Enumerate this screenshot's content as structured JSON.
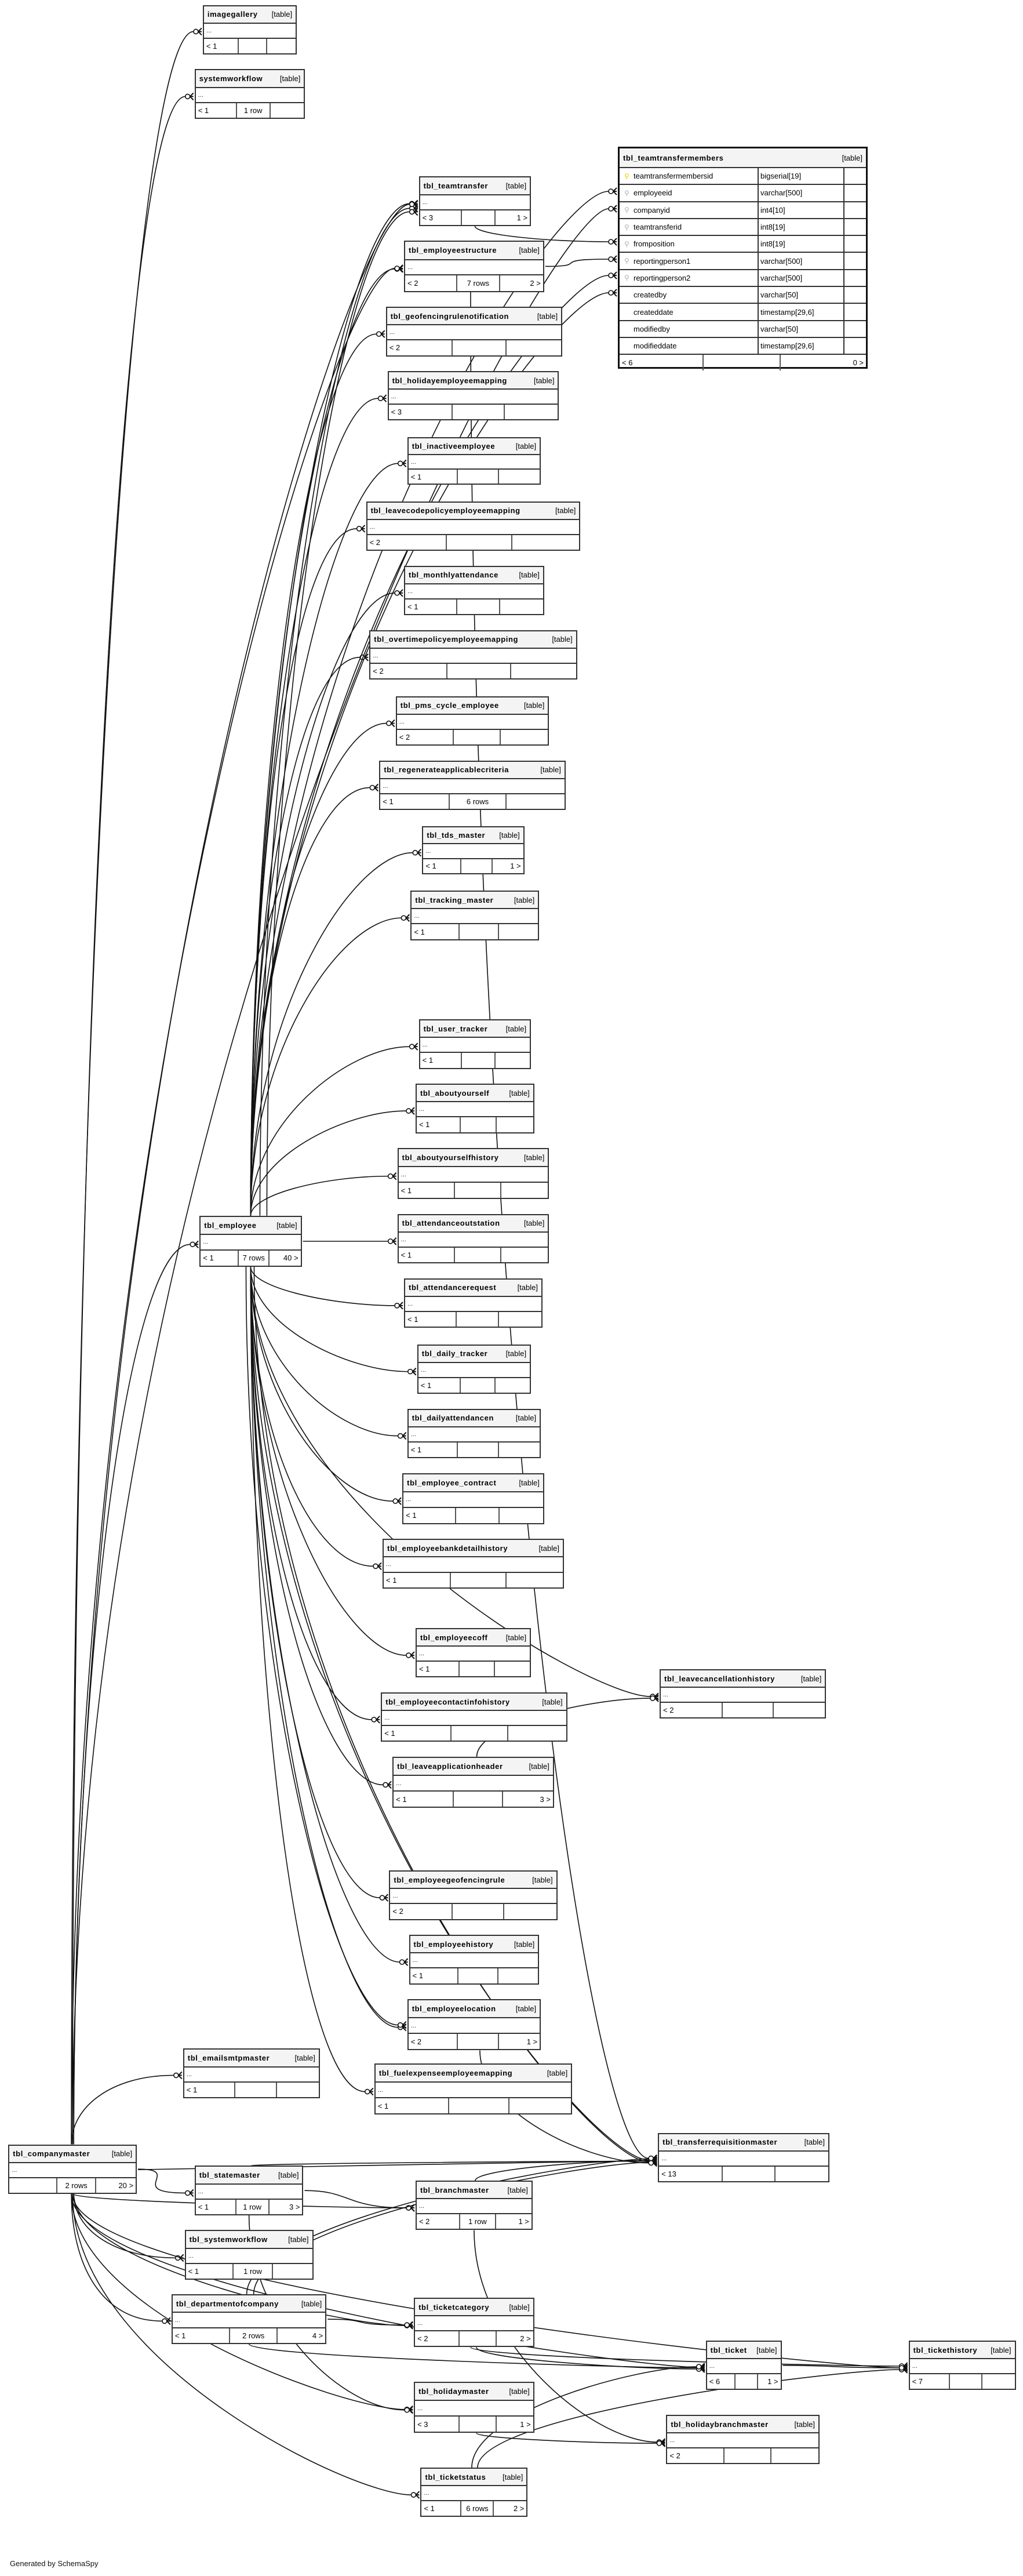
{
  "diagram": {
    "type_label": "[table]",
    "collapsed_body": "...",
    "generated_by": "Generated by SchemaSpy",
    "key_colors": {
      "primary": "#e6d400",
      "foreign": "#b0b0b0"
    },
    "tables": [
      {
        "name": "imagegallery",
        "footer": [
          "< 1",
          "",
          ""
        ]
      },
      {
        "name": "systemworkflow",
        "footer": [
          "< 1",
          "1 row",
          ""
        ]
      },
      {
        "name": "tbl_teamtransfer",
        "footer": [
          "< 3",
          "",
          "1 >"
        ]
      },
      {
        "name": "tbl_employeestructure",
        "footer": [
          "< 2",
          "7 rows",
          "2 >"
        ]
      },
      {
        "name": "tbl_geofencingrulenotification",
        "footer": [
          "< 2",
          "",
          ""
        ]
      },
      {
        "name": "tbl_holidayemployeemapping",
        "footer": [
          "< 3",
          "",
          ""
        ]
      },
      {
        "name": "tbl_inactiveemployee",
        "footer": [
          "< 1",
          "",
          ""
        ]
      },
      {
        "name": "tbl_leavecodepolicyemployeemapping",
        "footer": [
          "< 2",
          "",
          ""
        ]
      },
      {
        "name": "tbl_monthlyattendance",
        "footer": [
          "< 1",
          "",
          ""
        ]
      },
      {
        "name": "tbl_overtimepolicyemployeemapping",
        "footer": [
          "< 2",
          "",
          ""
        ]
      },
      {
        "name": "tbl_pms_cycle_employee",
        "footer": [
          "< 2",
          "",
          ""
        ]
      },
      {
        "name": "tbl_regenerateapplicablecriteria",
        "footer": [
          "< 1",
          "6 rows",
          ""
        ]
      },
      {
        "name": "tbl_tds_master",
        "footer": [
          "< 1",
          "",
          "1 >"
        ]
      },
      {
        "name": "tbl_tracking_master",
        "footer": [
          "< 1",
          "",
          ""
        ]
      },
      {
        "name": "tbl_user_tracker",
        "footer": [
          "< 1",
          "",
          ""
        ]
      },
      {
        "name": "tbl_aboutyourself",
        "footer": [
          "< 1",
          "",
          ""
        ]
      },
      {
        "name": "tbl_aboutyourselfhistory",
        "footer": [
          "< 1",
          "",
          ""
        ]
      },
      {
        "name": "tbl_attendanceoutstation",
        "footer": [
          "< 1",
          "",
          ""
        ]
      },
      {
        "name": "tbl_attendancerequest",
        "footer": [
          "< 1",
          "",
          ""
        ]
      },
      {
        "name": "tbl_daily_tracker",
        "footer": [
          "< 1",
          "",
          ""
        ]
      },
      {
        "name": "tbl_dailyattendancen",
        "footer": [
          "< 1",
          "",
          ""
        ]
      },
      {
        "name": "tbl_employee_contract",
        "footer": [
          "< 1",
          "",
          ""
        ]
      },
      {
        "name": "tbl_employeebankdetailhistory",
        "footer": [
          "< 1",
          "",
          ""
        ]
      },
      {
        "name": "tbl_employeecoff",
        "footer": [
          "< 1",
          "",
          ""
        ]
      },
      {
        "name": "tbl_employeecontactinfohistory",
        "footer": [
          "< 1",
          "",
          ""
        ]
      },
      {
        "name": "tbl_leaveapplicationheader",
        "footer": [
          "< 1",
          "",
          "3 >"
        ]
      },
      {
        "name": "tbl_employeegeofencingrule",
        "footer": [
          "< 2",
          "",
          ""
        ]
      },
      {
        "name": "tbl_employeehistory",
        "footer": [
          "< 1",
          "",
          ""
        ]
      },
      {
        "name": "tbl_employeelocation",
        "footer": [
          "< 2",
          "",
          "1 >"
        ]
      },
      {
        "name": "tbl_fuelexpenseemployeemapping",
        "footer": [
          "< 1",
          "",
          ""
        ]
      },
      {
        "name": "tbl_employee",
        "footer": [
          "< 1",
          "7 rows",
          "40 >"
        ]
      },
      {
        "name": "tbl_emailsmtpmaster",
        "footer": [
          "< 1",
          "",
          ""
        ]
      },
      {
        "name": "tbl_companymaster",
        "footer": [
          "",
          "2 rows",
          "20 >"
        ]
      },
      {
        "name": "tbl_statemaster",
        "footer": [
          "< 1",
          "1 row",
          "3 >"
        ]
      },
      {
        "name": "tbl_systemworkflow",
        "footer": [
          "< 1",
          "1 row",
          ""
        ]
      },
      {
        "name": "tbl_departmentofcompany",
        "footer": [
          "< 1",
          "2 rows",
          "4 >"
        ]
      },
      {
        "name": "tbl_branchmaster",
        "footer": [
          "< 2",
          "1 row",
          "1 >"
        ]
      },
      {
        "name": "tbl_ticketcategory",
        "footer": [
          "< 2",
          "",
          "2 >"
        ]
      },
      {
        "name": "tbl_holidaymaster",
        "footer": [
          "< 3",
          "",
          "1 >"
        ]
      },
      {
        "name": "tbl_ticketstatus",
        "footer": [
          "< 1",
          "6 rows",
          "2 >"
        ]
      },
      {
        "name": "tbl_transferrequisitionmaster",
        "footer": [
          "< 13",
          "",
          ""
        ]
      },
      {
        "name": "tbl_leavecancellationhistory",
        "footer": [
          "< 2",
          "",
          ""
        ]
      },
      {
        "name": "tbl_ticket",
        "footer": [
          "< 6",
          "",
          "1 >"
        ]
      },
      {
        "name": "tbl_tickethistory",
        "footer": [
          "< 7",
          "",
          ""
        ]
      },
      {
        "name": "tbl_holidaybranchmaster",
        "footer": [
          "< 2",
          "",
          ""
        ]
      }
    ],
    "detailed_table": {
      "name": "tbl_teamtransfermembers",
      "columns": [
        {
          "name": "teamtransfermembersid",
          "type": "bigserial[19]",
          "key": "primary"
        },
        {
          "name": "employeeid",
          "type": "varchar[500]",
          "key": "foreign"
        },
        {
          "name": "companyid",
          "type": "int4[10]",
          "key": "foreign"
        },
        {
          "name": "teamtransferid",
          "type": "int8[19]",
          "key": "foreign"
        },
        {
          "name": "fromposition",
          "type": "int8[19]",
          "key": "foreign"
        },
        {
          "name": "reportingperson1",
          "type": "varchar[500]",
          "key": "foreign"
        },
        {
          "name": "reportingperson2",
          "type": "varchar[500]",
          "key": "foreign"
        },
        {
          "name": "createdby",
          "type": "varchar[50]",
          "key": ""
        },
        {
          "name": "createddate",
          "type": "timestamp[29,6]",
          "key": ""
        },
        {
          "name": "modifiedby",
          "type": "varchar[50]",
          "key": ""
        },
        {
          "name": "modifieddate",
          "type": "timestamp[29,6]",
          "key": ""
        }
      ],
      "footer": [
        "< 6",
        "",
        "0 >"
      ]
    }
  }
}
